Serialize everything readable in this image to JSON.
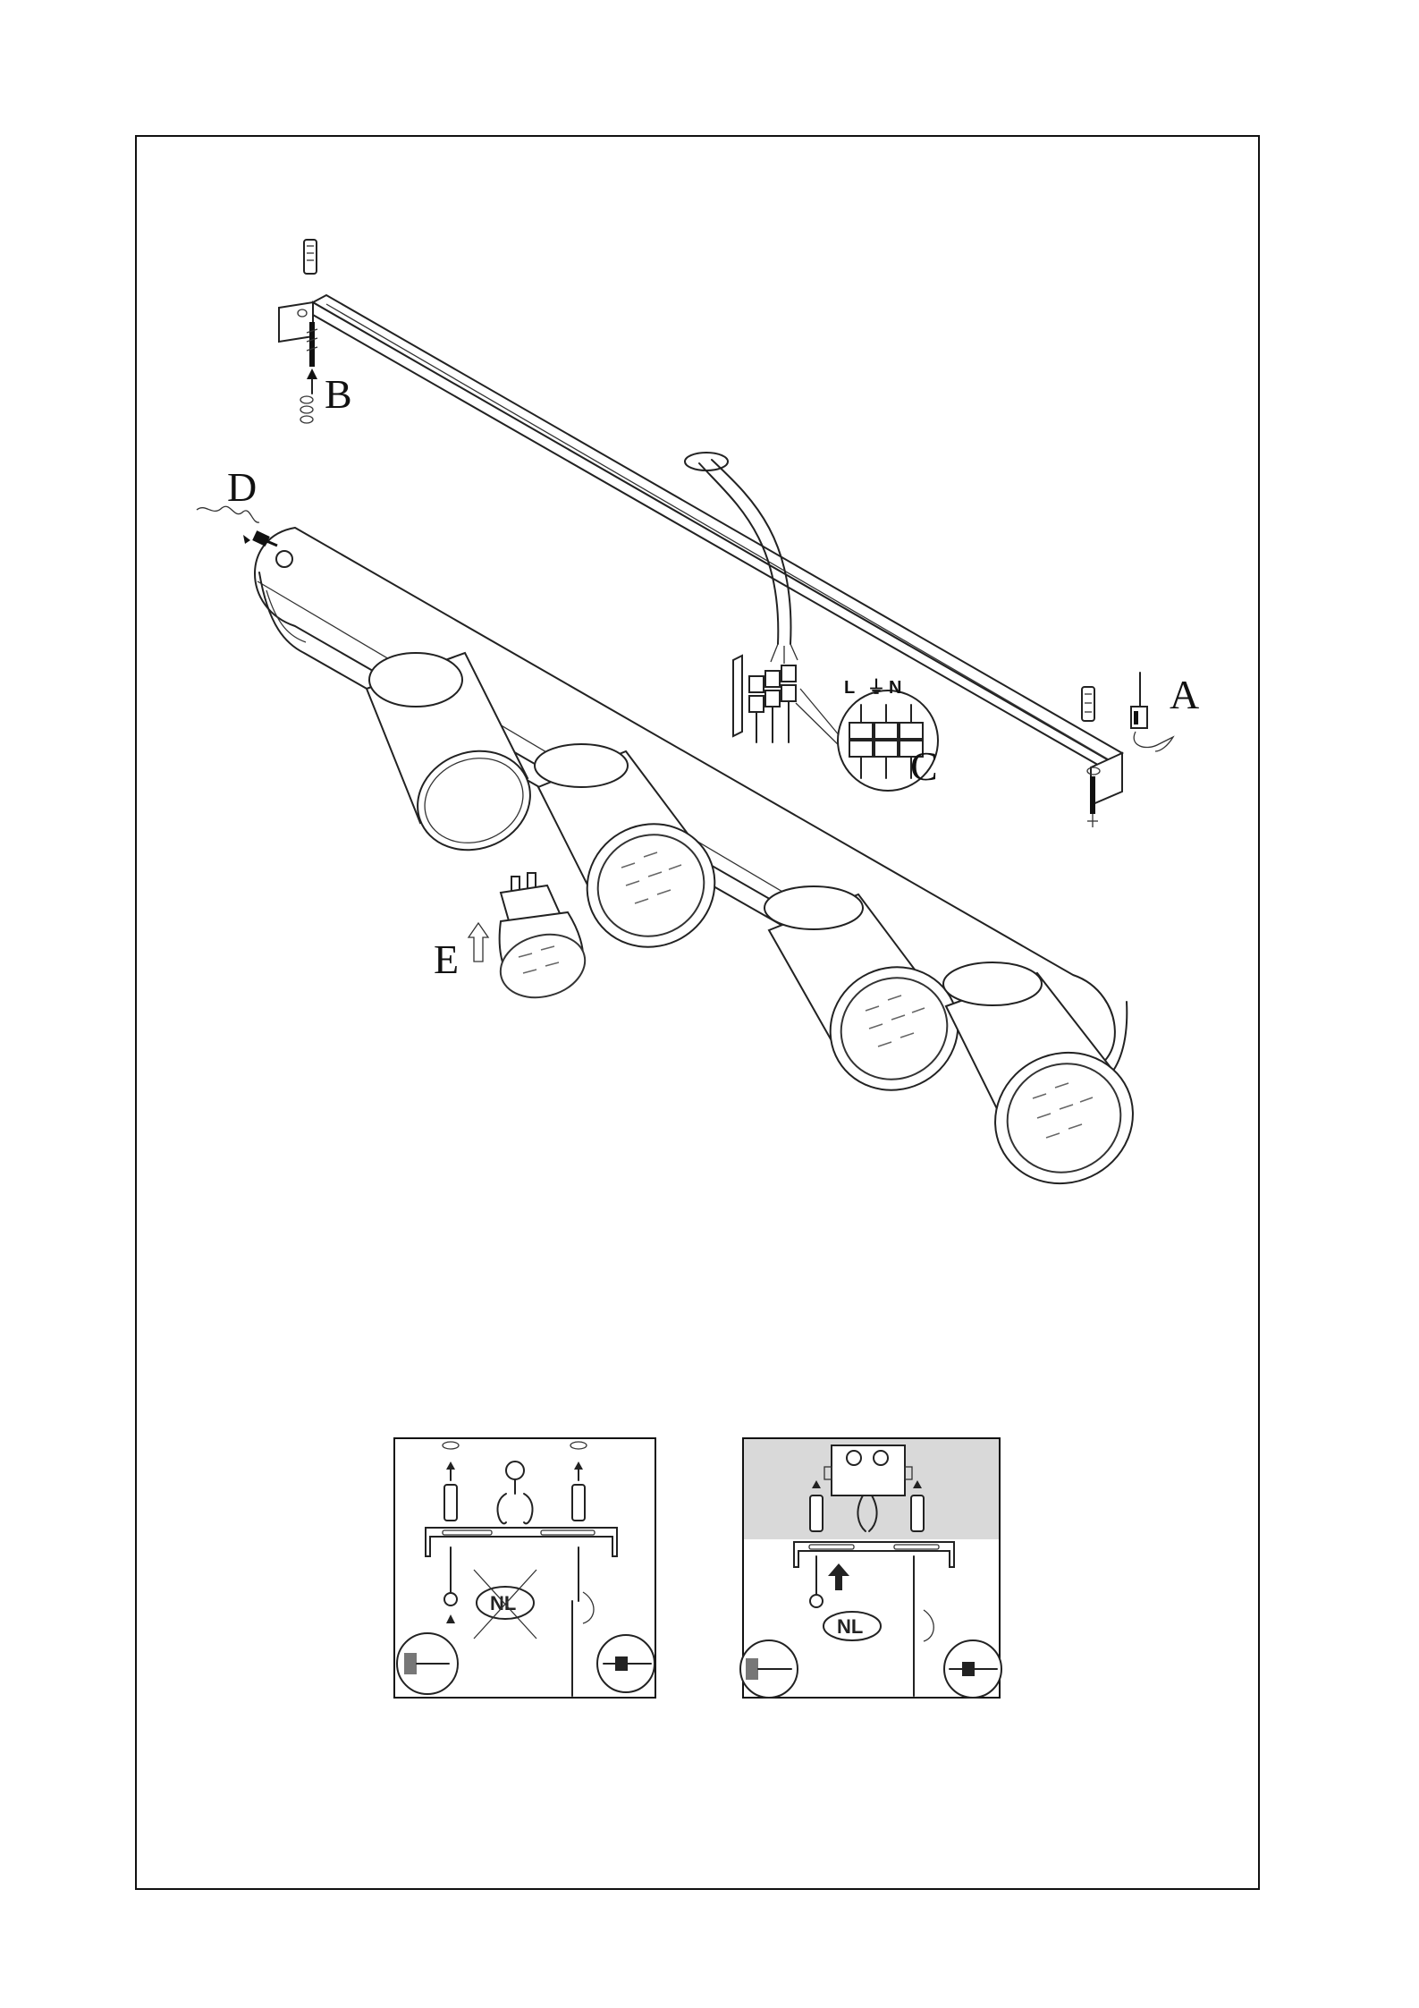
{
  "labels": {
    "A": "A",
    "B": "B",
    "C": "C",
    "D": "D",
    "E": "E"
  },
  "terminal_block": {
    "live": "L",
    "earth": "⏚",
    "neutral": "N"
  },
  "install_panels": [
    {
      "marking": "NL",
      "crossed_out": true
    },
    {
      "marking": "NL",
      "crossed_out": false
    }
  ],
  "colors": {
    "line": "#222222",
    "background": "#ffffff",
    "ceiling_shade": "#d9d9d9"
  }
}
